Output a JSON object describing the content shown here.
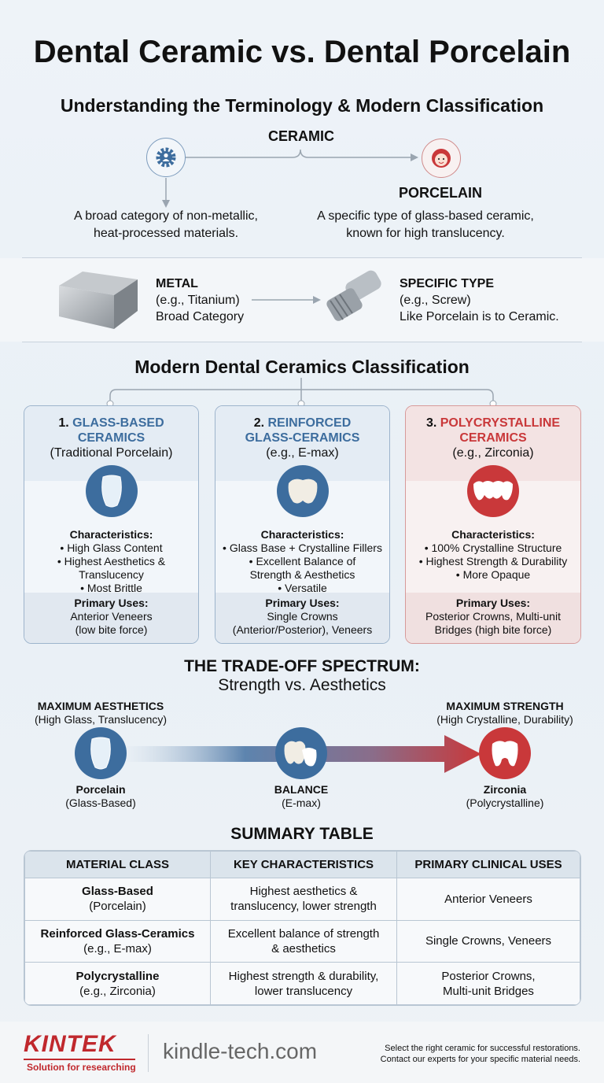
{
  "title": "Dental Ceramic vs. Dental Porcelain",
  "terminology": {
    "heading": "Understanding the Terminology & Modern Classification",
    "ceramic_label": "CERAMIC",
    "porcelain_label": "PORCELAIN",
    "ceramic_desc": [
      "A broad category of non-metallic,",
      "heat-processed materials."
    ],
    "porcelain_desc": [
      "A specific type of glass-based ceramic,",
      "known for high translucency."
    ]
  },
  "analogy": {
    "metal_title": "METAL",
    "metal_example": "(e.g., Titanium)",
    "metal_note": "Broad Category",
    "specific_title": "SPECIFIC TYPE",
    "specific_example": "(e.g., Screw)",
    "specific_note": "Like Porcelain is to Ceramic."
  },
  "classification": {
    "heading": "Modern Dental Ceramics Classification",
    "cards": [
      {
        "num": "1.",
        "title1": "GLASS-BASED",
        "title2": "CERAMICS",
        "subtitle": "(Traditional Porcelain)",
        "char_label": "Characteristics:",
        "chars": [
          "• High Glass Content",
          "• Highest Aesthetics &",
          "Translucency",
          "• Most Brittle"
        ],
        "uses_label": "Primary Uses:",
        "uses": [
          "Anterior Veneers",
          "(low bite force)"
        ]
      },
      {
        "num": "2.",
        "title1": "REINFORCED",
        "title2": "GLASS-CERAMICS",
        "subtitle": "(e.g., E-max)",
        "char_label": "Characteristics:",
        "chars": [
          "• Glass Base + Crystalline Fillers",
          "• Excellent Balance of",
          "Strength & Aesthetics",
          "• Versatile"
        ],
        "uses_label": "Primary Uses:",
        "uses": [
          "Single Crowns",
          "(Anterior/Posterior), Veneers"
        ]
      },
      {
        "num": "3.",
        "title1": "POLYCRYSTALLINE",
        "title2": "CERAMICS",
        "subtitle": "(e.g., Zirconia)",
        "char_label": "Characteristics:",
        "chars": [
          "• 100% Crystalline Structure",
          "• Highest Strength & Durability",
          "• More Opaque"
        ],
        "uses_label": "Primary Uses:",
        "uses": [
          "Posterior Crowns, Multi-unit",
          "Bridges (high bite force)"
        ]
      }
    ]
  },
  "spectrum": {
    "heading": "THE TRADE-OFF SPECTRUM:",
    "subheading": "Strength vs. Aesthetics",
    "left_top": "MAXIMUM AESTHETICS",
    "left_top_sub": "(High Glass, Translucency)",
    "right_top": "MAXIMUM STRENGTH",
    "right_top_sub": "(High Crystalline, Durability)",
    "left": "Porcelain",
    "left_sub": "(Glass-Based)",
    "mid": "BALANCE",
    "mid_sub": "(E-max)",
    "right": "Zirconia",
    "right_sub": "(Polycrystalline)"
  },
  "summary": {
    "heading": "SUMMARY TABLE",
    "columns": [
      "MATERIAL CLASS",
      "KEY CHARACTERISTICS",
      "PRIMARY CLINICAL USES"
    ],
    "rows": [
      {
        "name": "Glass-Based",
        "sub": "(Porcelain)",
        "chars": [
          "Highest aesthetics &",
          "translucency, lower strength"
        ],
        "uses": [
          "Anterior Veneers"
        ]
      },
      {
        "name": "Reinforced Glass-Ceramics",
        "sub": "(e.g., E-max)",
        "chars": [
          "Excellent balance of strength",
          "& aesthetics"
        ],
        "uses": [
          "Single Crowns, Veneers"
        ]
      },
      {
        "name": "Polycrystalline",
        "sub": "(e.g., Zirconia)",
        "chars": [
          "Highest strength & durability,",
          "lower translucency"
        ],
        "uses": [
          "Posterior Crowns,",
          "Multi-unit Bridges"
        ]
      }
    ]
  },
  "footer": {
    "logo": "KINTEK",
    "tagline": "Solution for researching",
    "site": "kindle-tech.com",
    "cta": [
      "Select the right ceramic for successful restorations.",
      "Contact our experts for your specific material needs."
    ]
  },
  "colors": {
    "blue": "#3d6d9e",
    "red": "#c9383a",
    "brand_red": "#c0282d"
  }
}
